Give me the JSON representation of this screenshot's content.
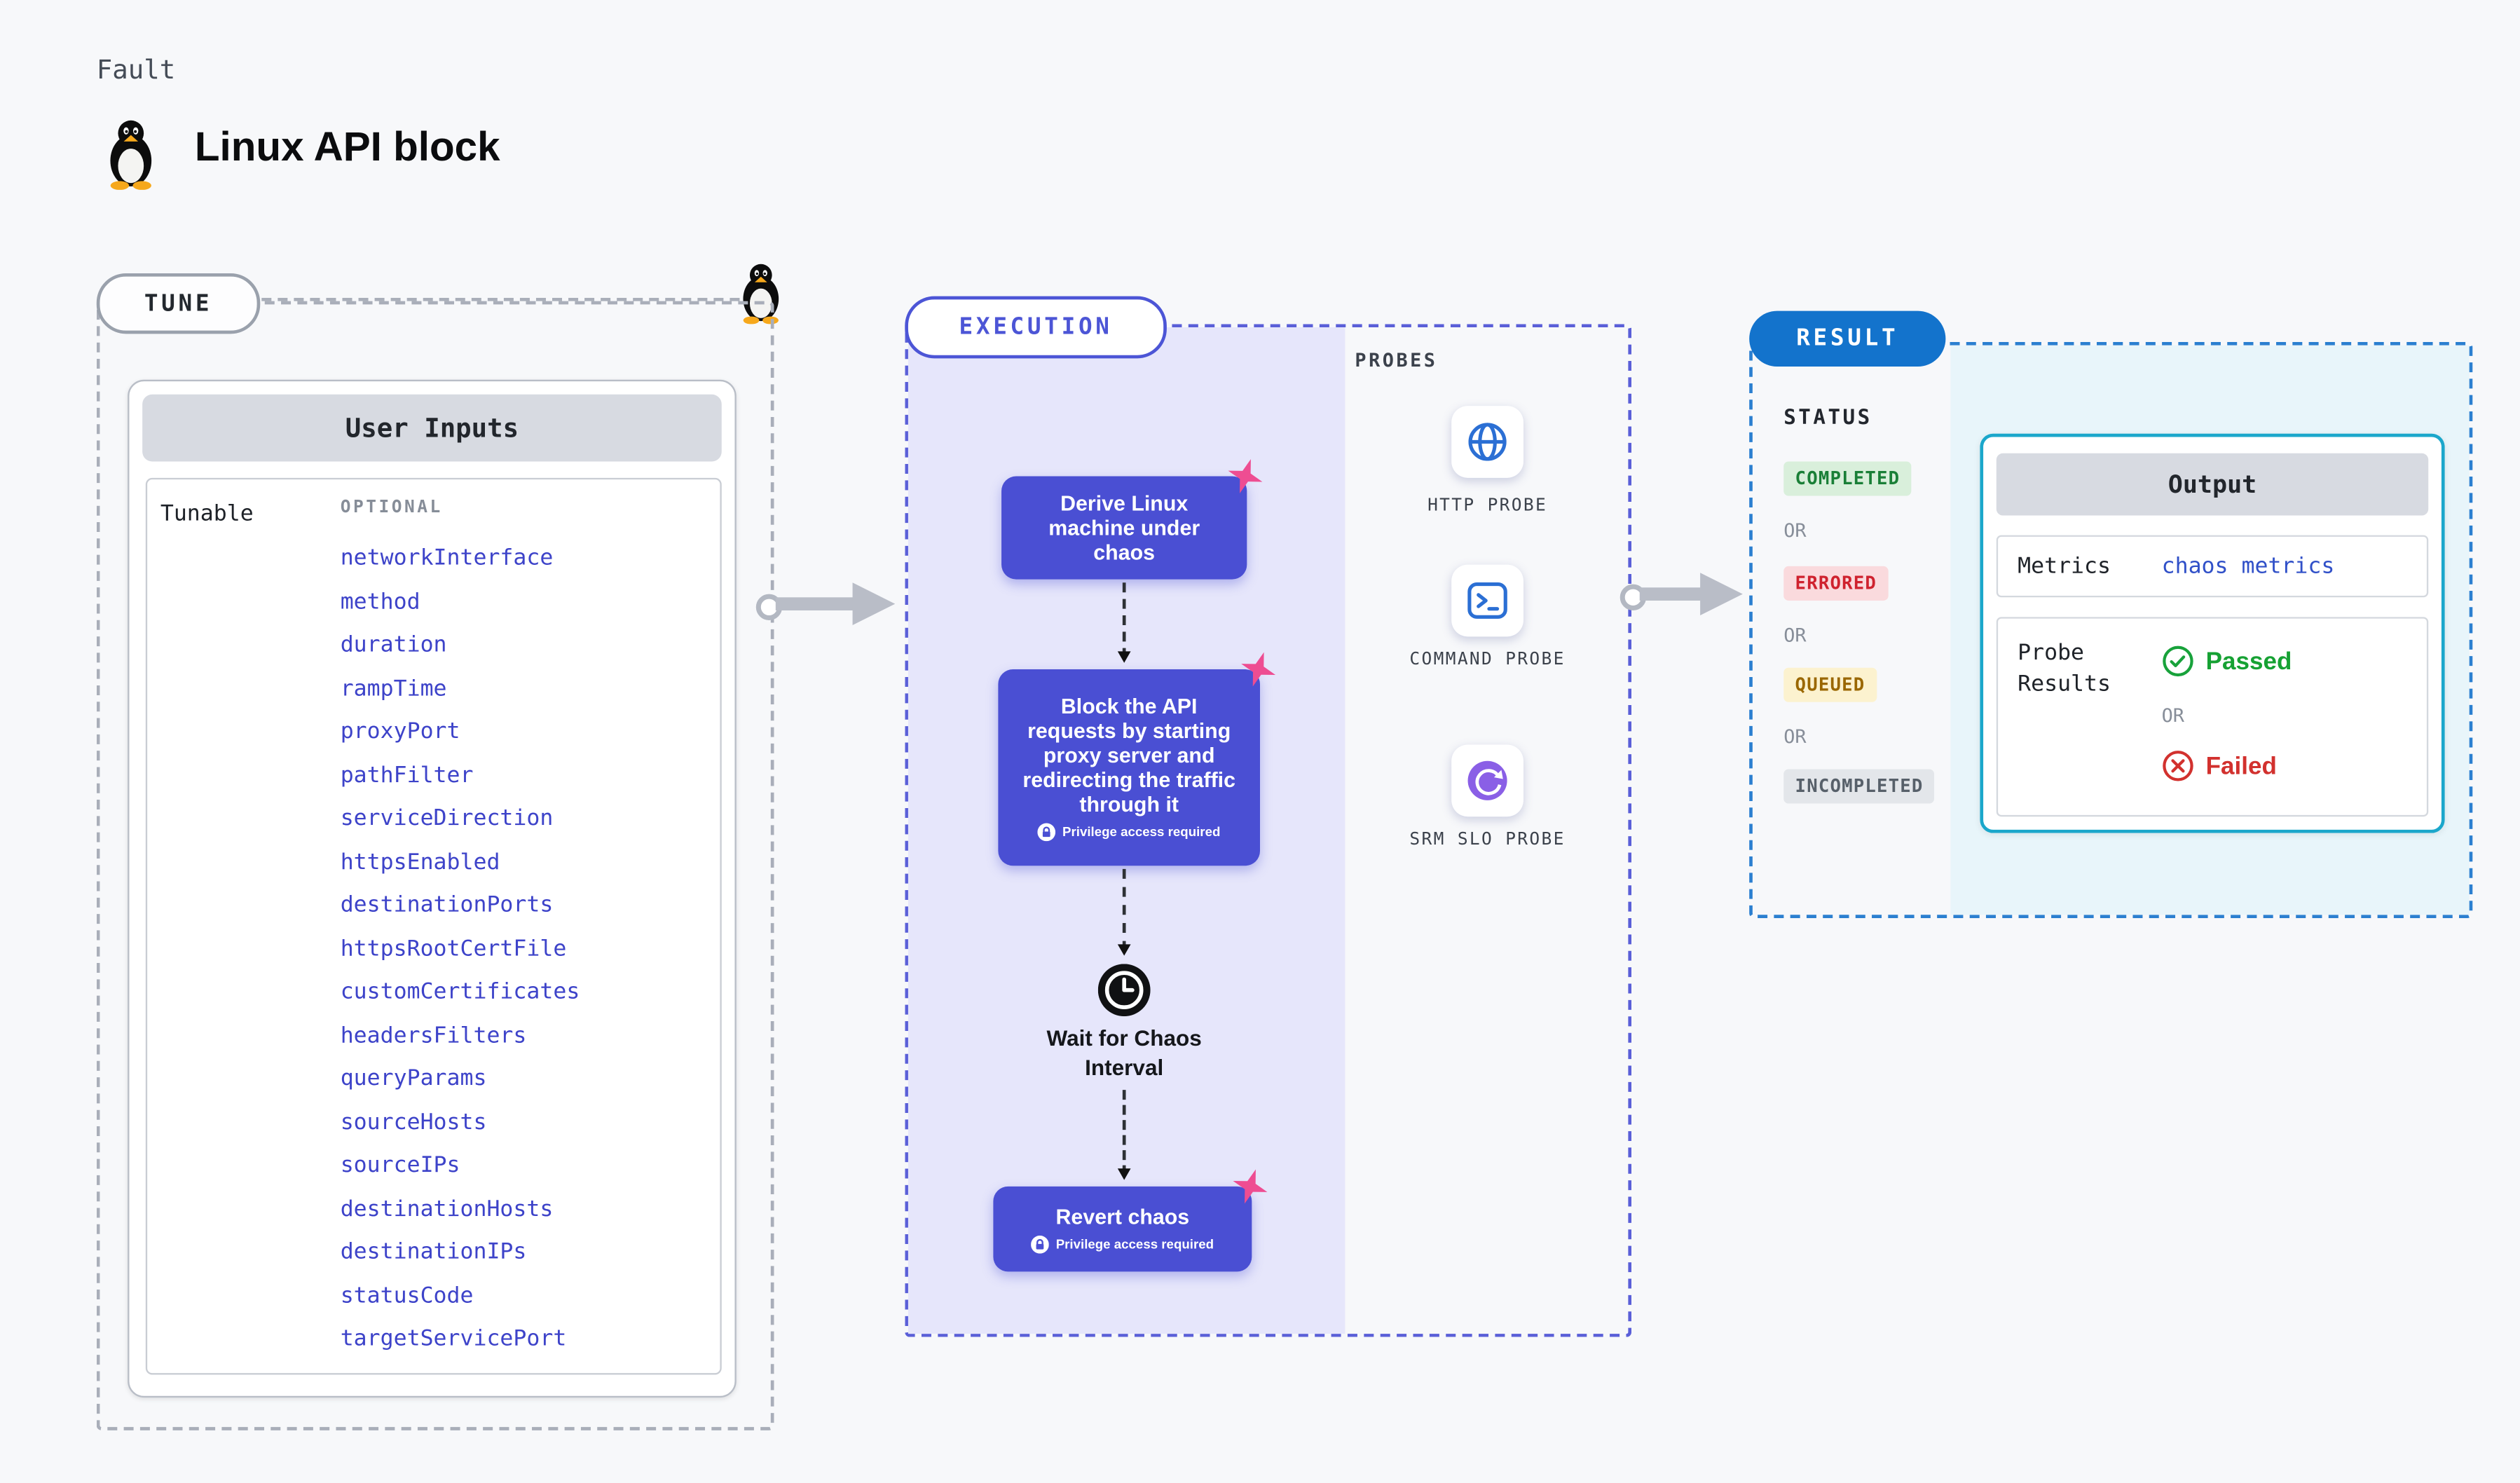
{
  "header": {
    "eyebrow": "Fault",
    "title": "Linux API block"
  },
  "tune": {
    "badge": "TUNE",
    "card_title": "User Inputs",
    "row_label": "Tunable",
    "col_header": "OPTIONAL",
    "params": [
      "networkInterface",
      "method",
      "duration",
      "rampTime",
      "proxyPort",
      "pathFilter",
      "serviceDirection",
      "httpsEnabled",
      "destinationPorts",
      "httpsRootCertFile",
      "customCertificates",
      "headersFilters",
      "queryParams",
      "sourceHosts",
      "sourceIPs",
      "destinationHosts",
      "destinationIPs",
      "statusCode",
      "targetServicePort"
    ]
  },
  "execution": {
    "badge": "EXECUTION",
    "node1": "Derive Linux machine under chaos",
    "node2": "Block the API requests by starting proxy server and redirecting the traffic through it",
    "wait_label": "Wait for Chaos Interval",
    "node3": "Revert chaos",
    "privilege_label": "Privilege access required"
  },
  "probes": {
    "title": "PROBES",
    "items": [
      {
        "label": "HTTP PROBE",
        "icon": "globe-icon"
      },
      {
        "label": "COMMAND PROBE",
        "icon": "terminal-icon"
      },
      {
        "label": "SRM SLO PROBE",
        "icon": "slo-icon"
      }
    ]
  },
  "result": {
    "badge": "RESULT",
    "status_title": "STATUS",
    "or_label": "OR",
    "statuses": [
      "COMPLETED",
      "ERRORED",
      "QUEUED",
      "INCOMPLETED"
    ],
    "output": {
      "title": "Output",
      "metrics_label": "Metrics",
      "metrics_value": "chaos metrics",
      "probe_results_label": "Probe Results",
      "passed": "Passed",
      "failed": "Failed"
    }
  },
  "colors": {
    "node_indigo": "#4a4fd3",
    "execution_border": "#5a5fd8",
    "result_blue": "#1373cc",
    "output_cyan": "#1ba7cb",
    "chaos_pink": "#ee4d92",
    "passed_green": "#16a133",
    "failed_red": "#d2312e"
  }
}
